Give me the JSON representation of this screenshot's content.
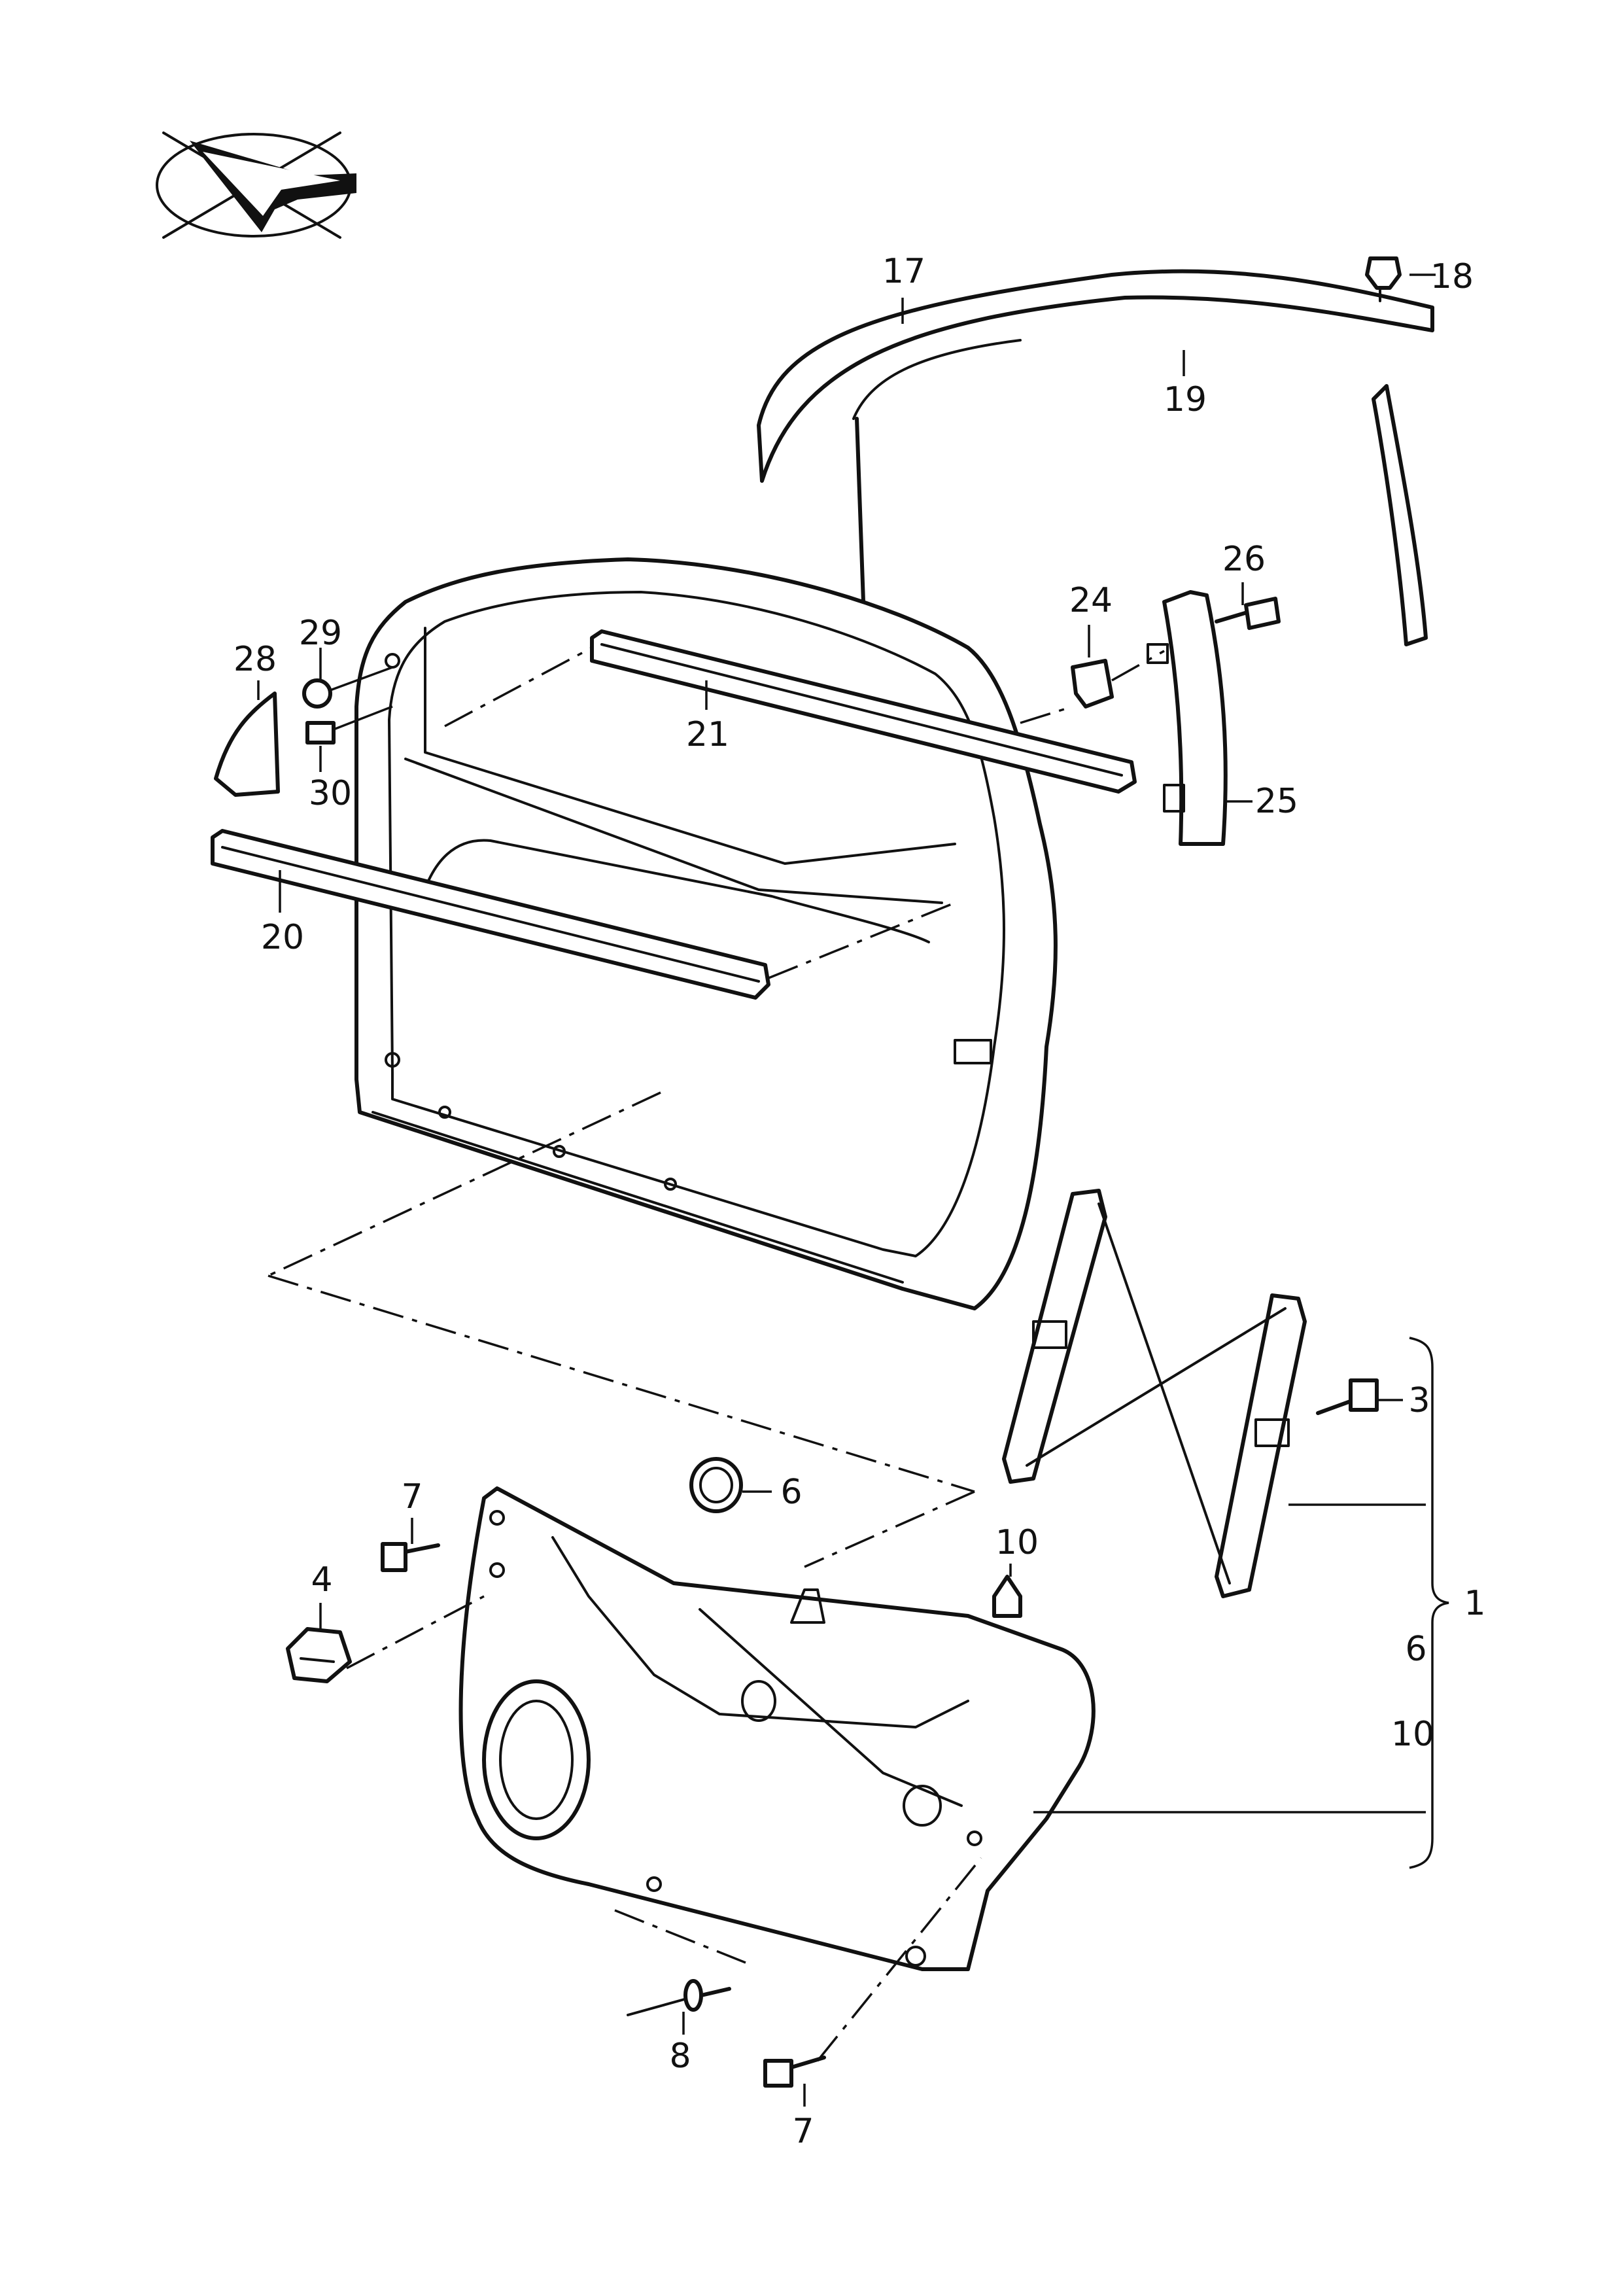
{
  "diagram": {
    "callouts": [
      {
        "id": "c17",
        "text": "17"
      },
      {
        "id": "c18",
        "text": "18"
      },
      {
        "id": "c19",
        "text": "19"
      },
      {
        "id": "c26",
        "text": "26"
      },
      {
        "id": "c24",
        "text": "24"
      },
      {
        "id": "c29",
        "text": "29"
      },
      {
        "id": "c28",
        "text": "28"
      },
      {
        "id": "c21",
        "text": "21"
      },
      {
        "id": "c30",
        "text": "30"
      },
      {
        "id": "c25",
        "text": "25"
      },
      {
        "id": "c20",
        "text": "20"
      },
      {
        "id": "c3",
        "text": "3"
      },
      {
        "id": "c6",
        "text": "6"
      },
      {
        "id": "c7a",
        "text": "7"
      },
      {
        "id": "c10",
        "text": "10"
      },
      {
        "id": "c4",
        "text": "4"
      },
      {
        "id": "c1",
        "text": "1"
      },
      {
        "id": "c6b",
        "text": "6"
      },
      {
        "id": "c10b",
        "text": "10"
      },
      {
        "id": "c8",
        "text": "8"
      },
      {
        "id": "c7b",
        "text": "7"
      }
    ]
  }
}
